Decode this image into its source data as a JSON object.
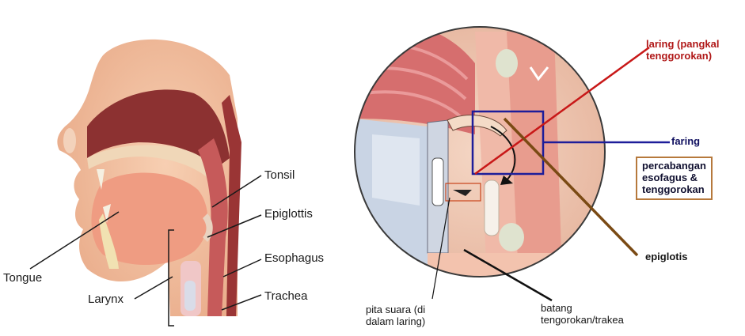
{
  "left_diagram": {
    "labels": {
      "tonsil": "Tonsil",
      "epiglottis": "Epiglottis",
      "esophagus": "Esophagus",
      "trachea": "Trachea",
      "tongue": "Tongue",
      "larynx": "Larynx"
    }
  },
  "right_diagram": {
    "labels": {
      "laring_line1": "laring (pangkal",
      "laring_line2": "tenggorokan)",
      "faring": "faring",
      "percabangan_line1": "percabangan",
      "percabangan_line2": "esofagus &",
      "percabangan_line3": "tenggorokan",
      "epiglotis": "epiglotis",
      "pita_line1": "pita suara (di",
      "pita_line2": "dalam laring)",
      "batang_line1": "batang",
      "batang_line2": "tengorokan/trakea"
    }
  },
  "colors": {
    "skin": "#f2c3a4",
    "mouth_cavity": "#9a3b3b",
    "tongue": "#f0a98e",
    "pointer_red": "#c81818",
    "pointer_blue": "#1d1d9a",
    "pointer_brown": "#7a4a14",
    "box_border": "#b6793c"
  }
}
